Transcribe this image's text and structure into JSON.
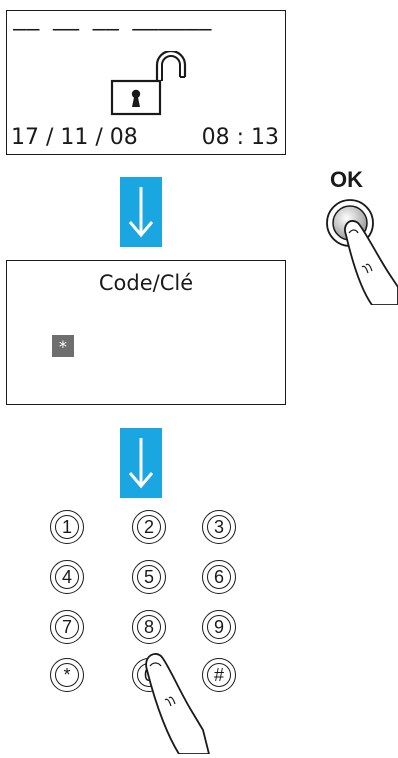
{
  "screen1": {
    "dashes": "—— —— —— ——————",
    "date": "17 / 11 / 08",
    "time": "08 : 13",
    "icon": "unlocked-padlock-icon"
  },
  "screen2": {
    "title": "Code/Clé",
    "input_mask": "*"
  },
  "ok_button": {
    "label": "OK"
  },
  "keypad": {
    "keys": [
      "1",
      "2",
      "3",
      "4",
      "5",
      "6",
      "7",
      "8",
      "9",
      "*",
      "0",
      "#"
    ]
  },
  "colors": {
    "arrow": "#1aa6e1",
    "line": "#1a1a1a",
    "cursor": "#6e6e6e"
  }
}
